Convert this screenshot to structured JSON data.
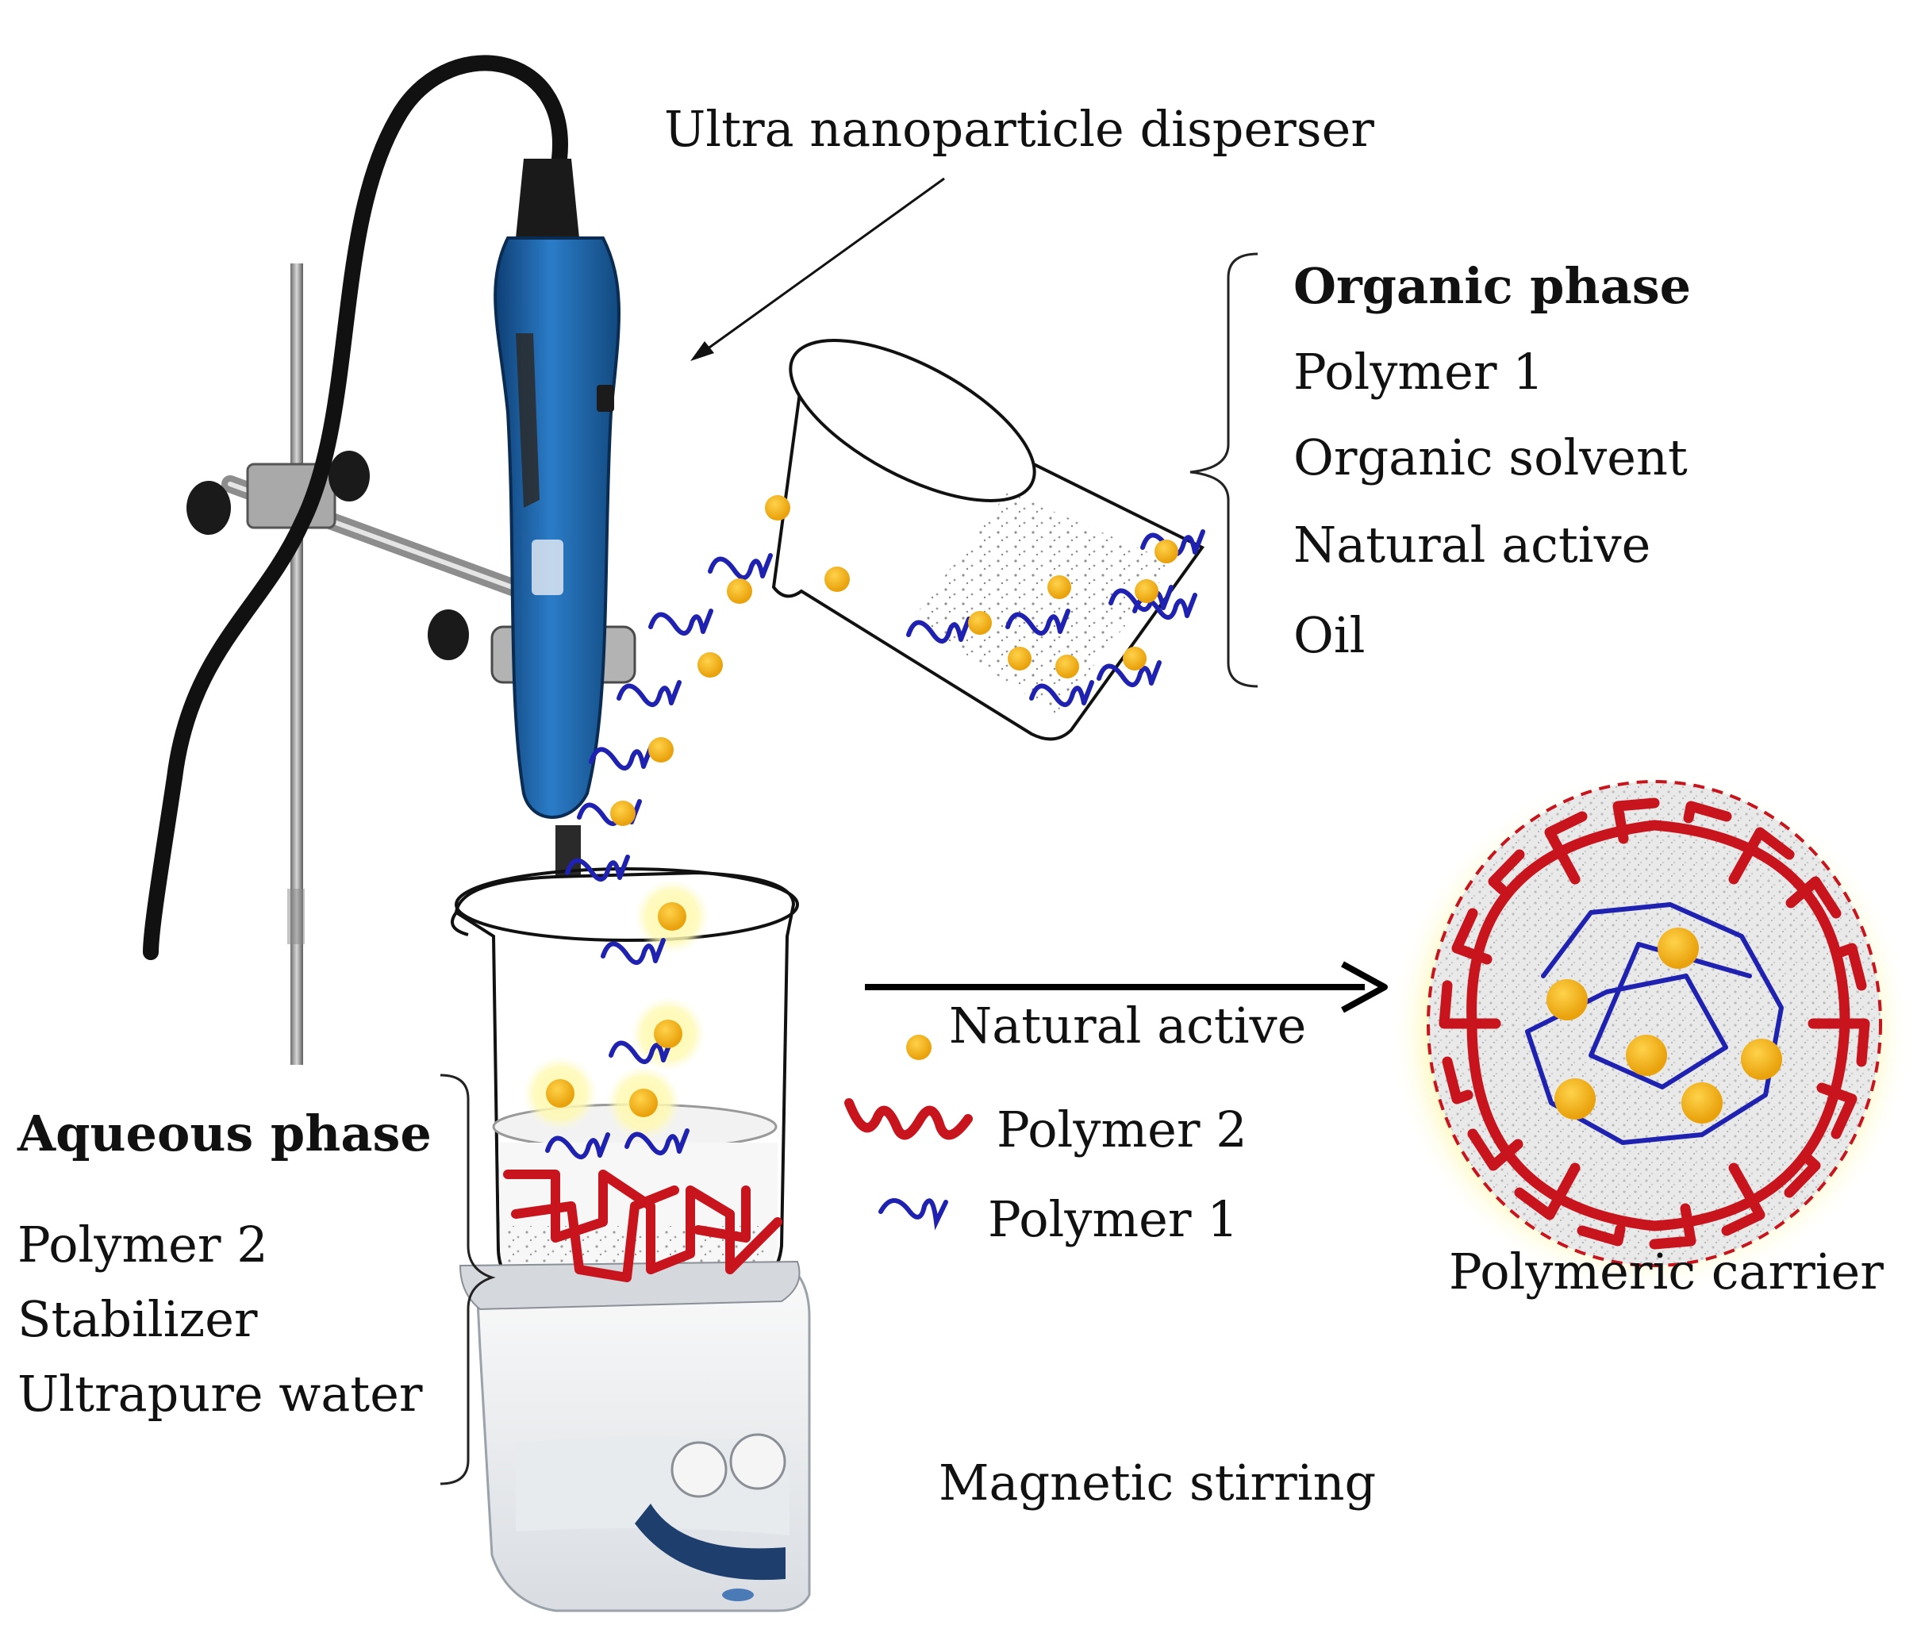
{
  "labels": {
    "disperser": "Ultra nanoparticle disperser",
    "organic_title": "Organic phase",
    "organic_items": [
      "Polymer 1",
      "Organic solvent",
      "Natural active",
      "Oil"
    ],
    "aqueous_title": "Aqueous phase",
    "aqueous_items": [
      "Polymer 2",
      "Stabilizer",
      "Ultrapure water"
    ],
    "legend_active": "Natural active",
    "legend_polymer2": "Polymer 2",
    "legend_polymer1": "Polymer 1",
    "carrier": "Polymeric carrier",
    "stirring": "Magnetic stirring"
  },
  "colors": {
    "polymer1": "#1f22b0",
    "polymer2": "#c8141c",
    "active": "#f2b21a",
    "glow": "#fff6a0",
    "disperser_body": "#1d63a6",
    "stirrer_body": "#eef0f2"
  },
  "icons": [
    "ring-stand-icon",
    "disperser-icon",
    "pouring-beaker-icon",
    "mixing-beaker-icon",
    "magnetic-stirrer-icon",
    "polymeric-carrier-icon"
  ]
}
